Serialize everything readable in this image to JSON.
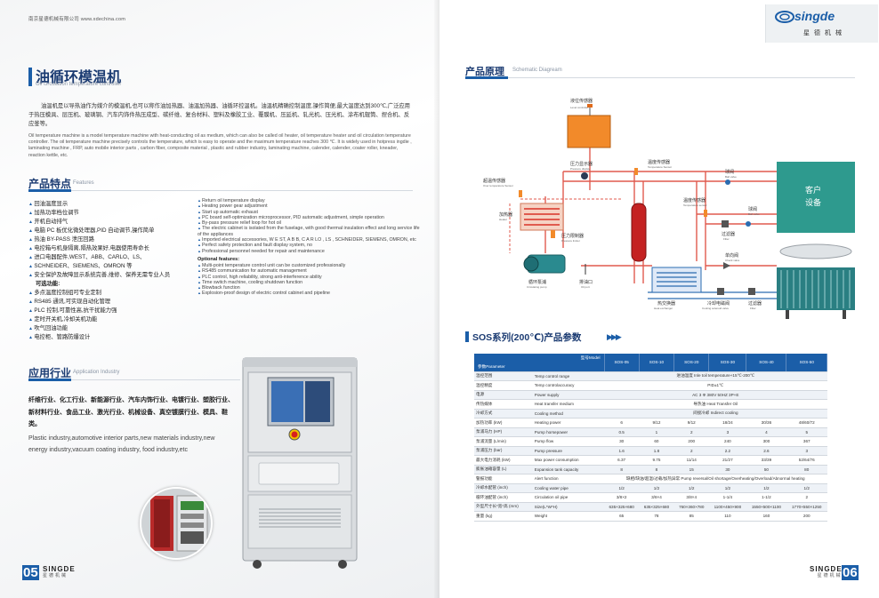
{
  "left": {
    "header": "南京星德机械有限公司 www.xdechina.com",
    "title_cn": "油循环模温机",
    "title_en": "Oil circulation temperature controller",
    "intro_cn": "油温机是以导热油作为媒介的模温机,也可以称作油加热器、油温加热器、油循环控温机。油温机精确控制温度,操作简便,最大温度达到300℃,广泛应用于热压模具、层压机、玻璃钢、汽车内饰件热压成型、碳纤维、复合材料、塑料及橡胶工业、覆膜机、压延机、轧光机、压光机、涂布机辊筒、捏合机、反应釜等。",
    "intro_en": "Oil temperature machine is a model temperature machine with heat-conducting oil as medium, which can also be called oil heater, oil temperature heater and oil circulation temperature controller. The oil temperature machine precisely controls the temperature, which is easy to operate and the maximum temperature reaches 300 ℃. It is widely used in hotpress ingdie , laminating machine , FRP, auto mobile interior parts , carbon fiber, composite material , plastic and rubber industry, laminating machine, calender, calender, coater roller, kneader, reaction kettle, etc.",
    "features_title_cn": "产品特点",
    "features_title_en": "Features",
    "features_cn": [
      "回油温度显示",
      "加热功率档位调节",
      "开机自动排气",
      "电脑 PC 板优化微处理器,PID 自动调节,操作简单",
      "热油 BY-PASS 泄压回路",
      "电控箱与机身隔离,隔热效果好,电器使用寿命长",
      "进口电器配件,WEST、ABB、CARLO、LS、",
      "SCHNEIDER、SIEMENS、OMRON 等",
      "安全保护及故障显示系统完善,维修、保养无需专业人员"
    ],
    "optional_cn": "可选功能:",
    "optional_list_cn": [
      "多点温度控制组可专业定制",
      "RS485 通讯,可实现自动化管理",
      "PLC 控制,可靠性高,抗干扰能力强",
      "定时开关机,冷却关机功能",
      "吹气回油功能",
      "电控柜、管路防爆设计"
    ],
    "features_en": [
      "Return oil temperature display",
      "Heating power gear adjustment",
      "Start up automatic exhaust",
      "PC board self-optimization microprocessor, PID automatic adjustment, simple operation",
      "By-pass pressure relief loop for hot oil",
      "The electric cabinet is isolated from the fuselage, with good thermal insulation effect and long service life of the appliances",
      "Imported electrical accessories, W E ST, A B B, C A R LO , LS , SCHNEIDER, SIEMENS, OMRON, etc",
      "Perfect safety protection and fault display system, no",
      "Professional personnel needed for repair and maintenance"
    ],
    "optional_en": "Optional features:",
    "optional_list_en": [
      "Multi-point temperature control unit can be customized professionally",
      "RS485 communication for automatic management",
      "PLC control, high reliability, strong anti-interference ability",
      "Time switch machine, cooling shutdown function",
      "Blowback function",
      "Explosion-proof design of electric control cabinet and pipeline"
    ],
    "app_title_cn": "应用行业",
    "app_title_en": "Application Industry",
    "app_cn": "纤维行业、化工行业、新能源行业、汽车内饰行业、电镀行业、塑胶行业、新材料行业、食品工业、激光行业、机械设备、真空镀膜行业、模具、鞋类。",
    "app_en": "Plastic industry,automotive interior parts,new materials industry,new energy industry,vacuum coating industry, food industry,etc",
    "page_num": "05",
    "brand_en": "SINGDE",
    "brand_cn": "星德机械"
  },
  "right": {
    "logo_text": "singde",
    "logo_cn": "星德机械",
    "principle_title_cn": "产品原理",
    "principle_title_en": "Schematic Diagream",
    "diagram_labels": {
      "level": "液位传感器",
      "level_en": "Level controller",
      "pressure_disp": "压力显示器",
      "pressure_disp_en": "Pressure display",
      "temp_sensor": "温度传感器",
      "temp_sensor_en": "Temperature Sensor",
      "overtemp": "超温传感器",
      "overtemp_en": "Over temperature Sensor",
      "heater": "加热器",
      "heater_en": "Heater",
      "pressure_lim": "压力限制器",
      "pressure_lim_en": "Pressure limiter",
      "pump": "循环泵浦",
      "pump_en": "Circulating pump",
      "oil_port": "排油口",
      "oil_port_en": "Oil port",
      "ball": "球阀",
      "ball_en": "Ball valve",
      "temp_sensor2": "温度传感器",
      "temp_sensor2_en": "Temperature sensor",
      "filter": "过滤器",
      "filter_en": "Filter",
      "check": "单向阀",
      "check_en": "Check valve",
      "hx": "热交换器",
      "hx_en": "Heat exchanger",
      "solenoid": "冷却电磁阀",
      "solenoid_en": "Cooling solenoid valve",
      "filter2": "过滤器",
      "filter2_en": "Filter",
      "customer": "客户",
      "customer2": "设备"
    },
    "table_title": "SOS系列(200℃)产品参数",
    "table_header": {
      "model_cn": "型号Model",
      "param": "参数Parameter",
      "models": [
        "SOS-05",
        "SOS-10",
        "SOS-20",
        "SOS-30",
        "SOS-40",
        "SOS-50"
      ]
    },
    "rows": [
      {
        "cn": "温控范围",
        "en": "Temp control range",
        "span": "进油温度 Inle toil temperature+15℃-200℃"
      },
      {
        "cn": "温控精度",
        "en": "Temp controlaccuracy",
        "span": "PID±1℃"
      },
      {
        "cn": "电源",
        "en": "Power supply",
        "span": "AC 3 Φ 380V 50HZ 3P+E"
      },
      {
        "cn": "传热媒体",
        "en": "Heat transfer medium",
        "span": "导热油 Heat Transfer Oil"
      },
      {
        "cn": "冷却方式",
        "en": "Cooling method",
        "span": "间接冷却 Indirect cooling"
      },
      {
        "cn": "加热功率 (kW)",
        "en": "Heating power",
        "vals": [
          "6",
          "9/12",
          "9/12",
          "18/24",
          "30/36",
          "48/60/72"
        ]
      },
      {
        "cn": "泵浦马力 (HP)",
        "en": "Pump horsepower",
        "vals": [
          "0.5",
          "1",
          "2",
          "3",
          "4",
          "5"
        ]
      },
      {
        "cn": "泵浦流量 (L/min)",
        "en": "Pump flow",
        "vals": [
          "30",
          "60",
          "200",
          "240",
          "300",
          "367"
        ]
      },
      {
        "cn": "泵浦压力 (bar)",
        "en": "Pump pressure",
        "vals": [
          "1.6",
          "1.8",
          "2",
          "2.2",
          "2.6",
          "3"
        ]
      },
      {
        "cn": "最大电力消耗 (kW)",
        "en": "Max power consumption",
        "vals": [
          "6.37",
          "9.75",
          "11/14",
          "21/27",
          "33/39",
          "52/64/76"
        ]
      },
      {
        "cn": "膨胀油箱容量 (L)",
        "en": "Expansion tank capacity",
        "vals": [
          "8",
          "8",
          "15",
          "30",
          "50",
          "80"
        ]
      },
      {
        "cn": "警报功能",
        "en": "Alert function",
        "span": "缺相/缺油/超温/过载/加热异常 Pump reversal/Oil shortage/Overheating/Overload/Abnormal heating"
      },
      {
        "cn": "冷却水配管 (inch)",
        "en": "Cooling water pipe",
        "vals": [
          "1/2",
          "1/2",
          "1/2",
          "1/2",
          "1/2",
          "1/2"
        ]
      },
      {
        "cn": "循环油配管 (inch)",
        "en": "Circulation oil pipe",
        "vals": [
          "3/8×2",
          "3/8×4",
          "3/8×4",
          "1-1/4",
          "1-1/2",
          "2"
        ]
      },
      {
        "cn": "外型尺寸长*宽*高 (mm)",
        "en": "Size(L*W*H)",
        "vals": [
          "635×325×680",
          "635×325×680",
          "760×360×780",
          "1100×450×900",
          "1550×500×1100",
          "1770×550×1250"
        ]
      },
      {
        "cn": "重量 (kg)",
        "en": "Weight",
        "vals": [
          "65",
          "78",
          "85",
          "110",
          "160",
          "200"
        ]
      }
    ],
    "page_num": "06",
    "brand_en": "SINGDE",
    "brand_cn": "星德机械"
  },
  "colors": {
    "accent": "#1b5ea8",
    "title": "#1b3b72",
    "tank": "#f28a2a",
    "pipe": "#e05a4e",
    "customer": "#2e9a8e"
  }
}
